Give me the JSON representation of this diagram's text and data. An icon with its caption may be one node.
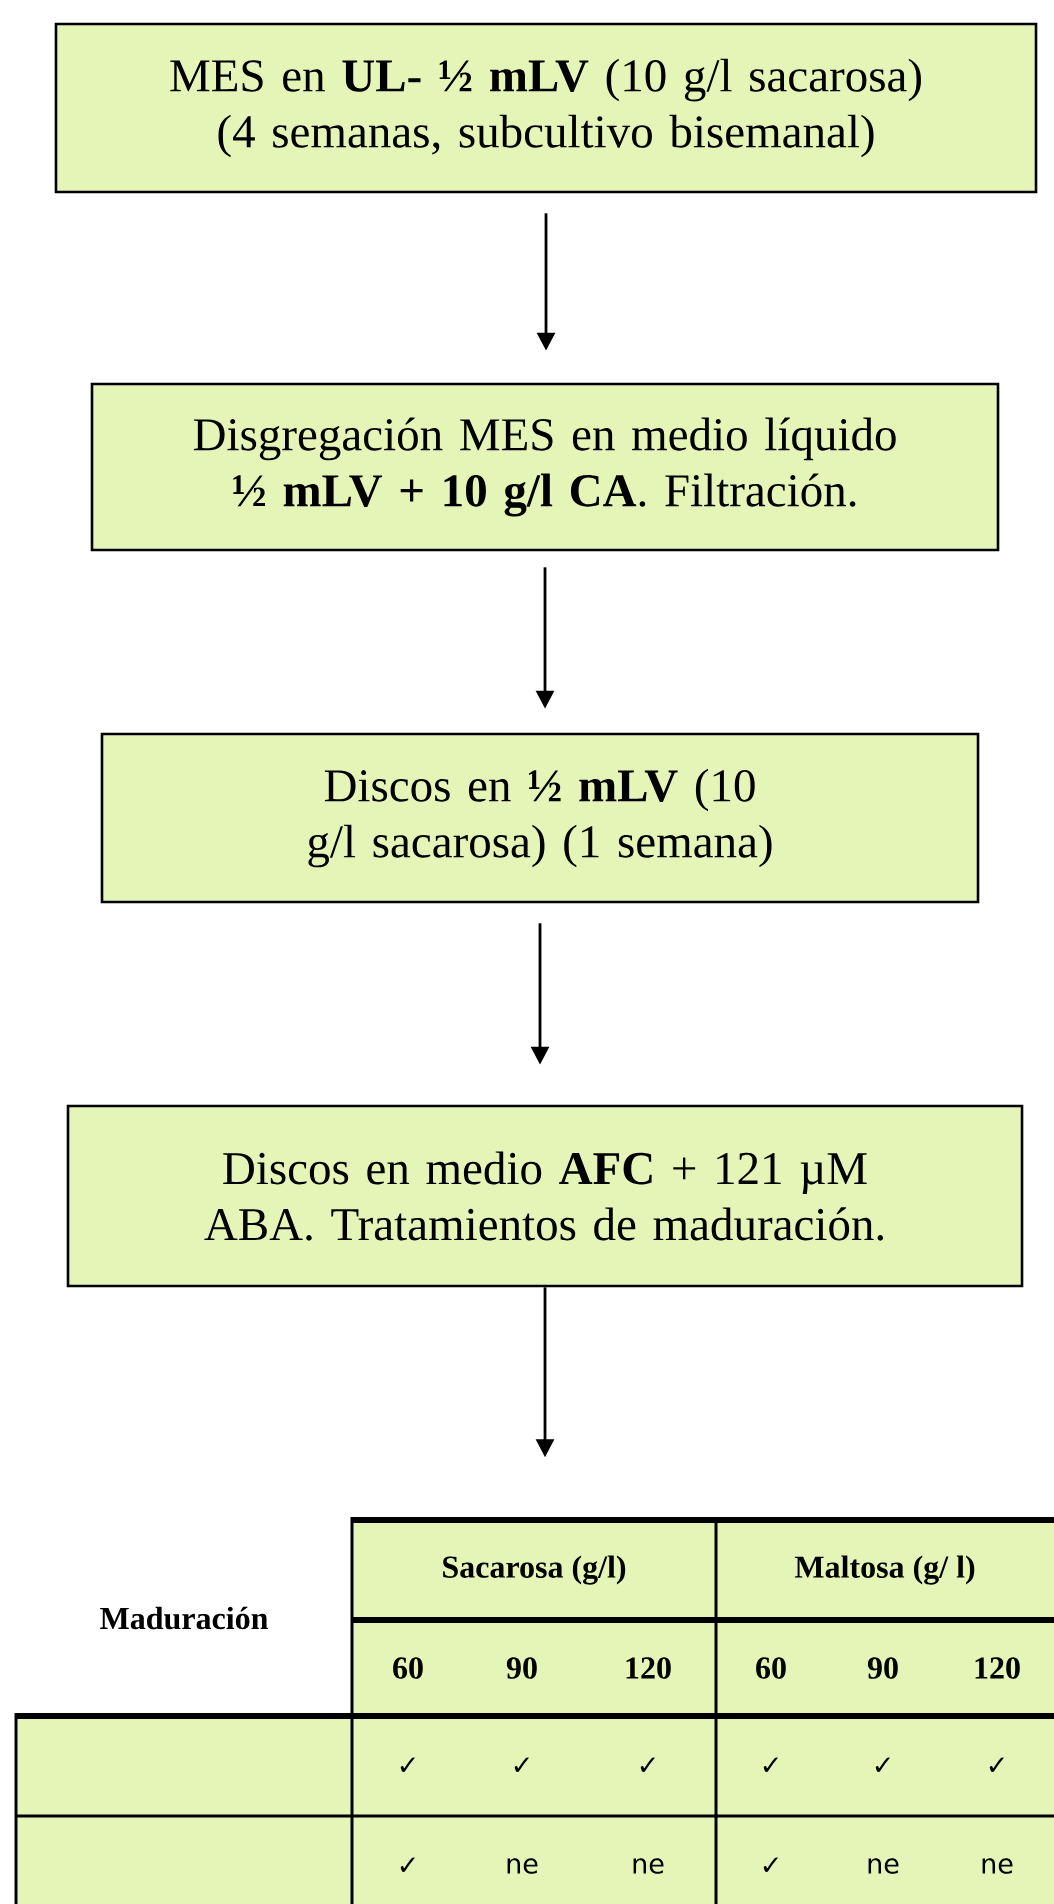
{
  "diagram": {
    "nodes": [
      {
        "text": [
          "MES en **UL- ½ mLV** (10 g/l sacarosa) (4 semanas, subcultivo bisemanal)"
        ]
      },
      {
        "text": [
          "Disgregación MES en medio líquido **½ mLV + 10 g/l CA**. Filtración."
        ]
      },
      {
        "text": [
          "Discos en **½ mLV** (10 g/l sacarosa) (1 semana)"
        ]
      },
      {
        "text": [
          "Discos en medio **AFC** + 121 µM ABA. Tratamientos de maduración."
        ]
      }
    ],
    "edges": [
      {
        "from": 0,
        "to": 1,
        "arrow": "to"
      },
      {
        "from": 1,
        "to": 2,
        "arrow": "to"
      },
      {
        "from": 2,
        "to": 3,
        "arrow": "to"
      },
      {
        "from": 3,
        "to": null,
        "arrow": "to"
      }
    ],
    "labels": [
      "Maduración",
      "Sacarosa (g/l)",
      "Maltosa (g/ l)",
      "60",
      "90",
      "120",
      "60",
      "90",
      "120",
      "✓",
      "✓",
      "✓",
      "✓",
      "✓",
      "✓",
      "✓",
      "ne",
      "ne",
      "✓",
      "ne",
      "ne"
    ]
  }
}
